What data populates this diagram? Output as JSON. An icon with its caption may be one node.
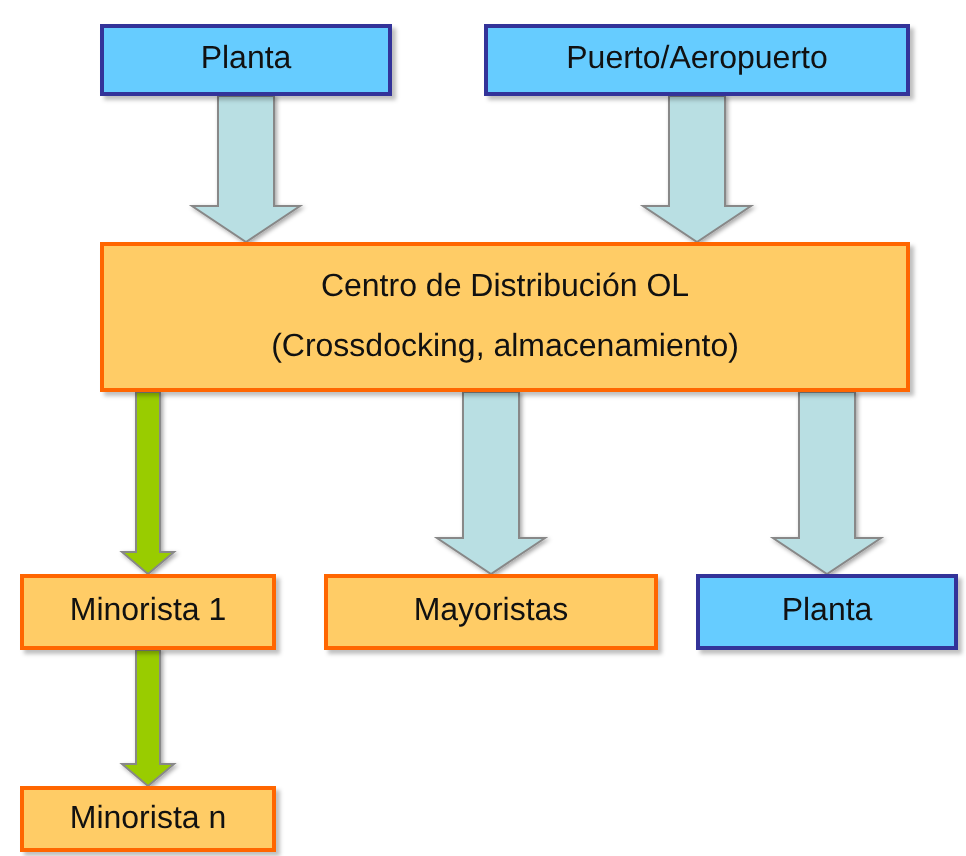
{
  "diagram": {
    "nodes": [
      {
        "text": [
          "Planta"
        ]
      },
      {
        "text": [
          "Puerto/Aeropuerto"
        ]
      },
      {
        "text": [
          "Centro de Distribución OL",
          "(Crossdocking, almacenamiento)"
        ]
      },
      {
        "text": [
          "Minorista 1"
        ]
      },
      {
        "text": [
          "Mayoristas"
        ]
      },
      {
        "text": [
          "Planta"
        ]
      },
      {
        "text": [
          "Minorista n"
        ]
      }
    ],
    "edges": [
      {
        "from": 0,
        "to": 2,
        "arrow": "to"
      },
      {
        "from": 1,
        "to": 2,
        "arrow": "to"
      },
      {
        "from": 2,
        "to": 3,
        "arrow": "to",
        "color": "#99cc00"
      },
      {
        "from": 2,
        "to": 4,
        "arrow": "to"
      },
      {
        "from": 2,
        "to": 5,
        "arrow": "to"
      },
      {
        "from": 3,
        "to": 6,
        "arrow": "to",
        "color": "#99cc00"
      }
    ]
  }
}
